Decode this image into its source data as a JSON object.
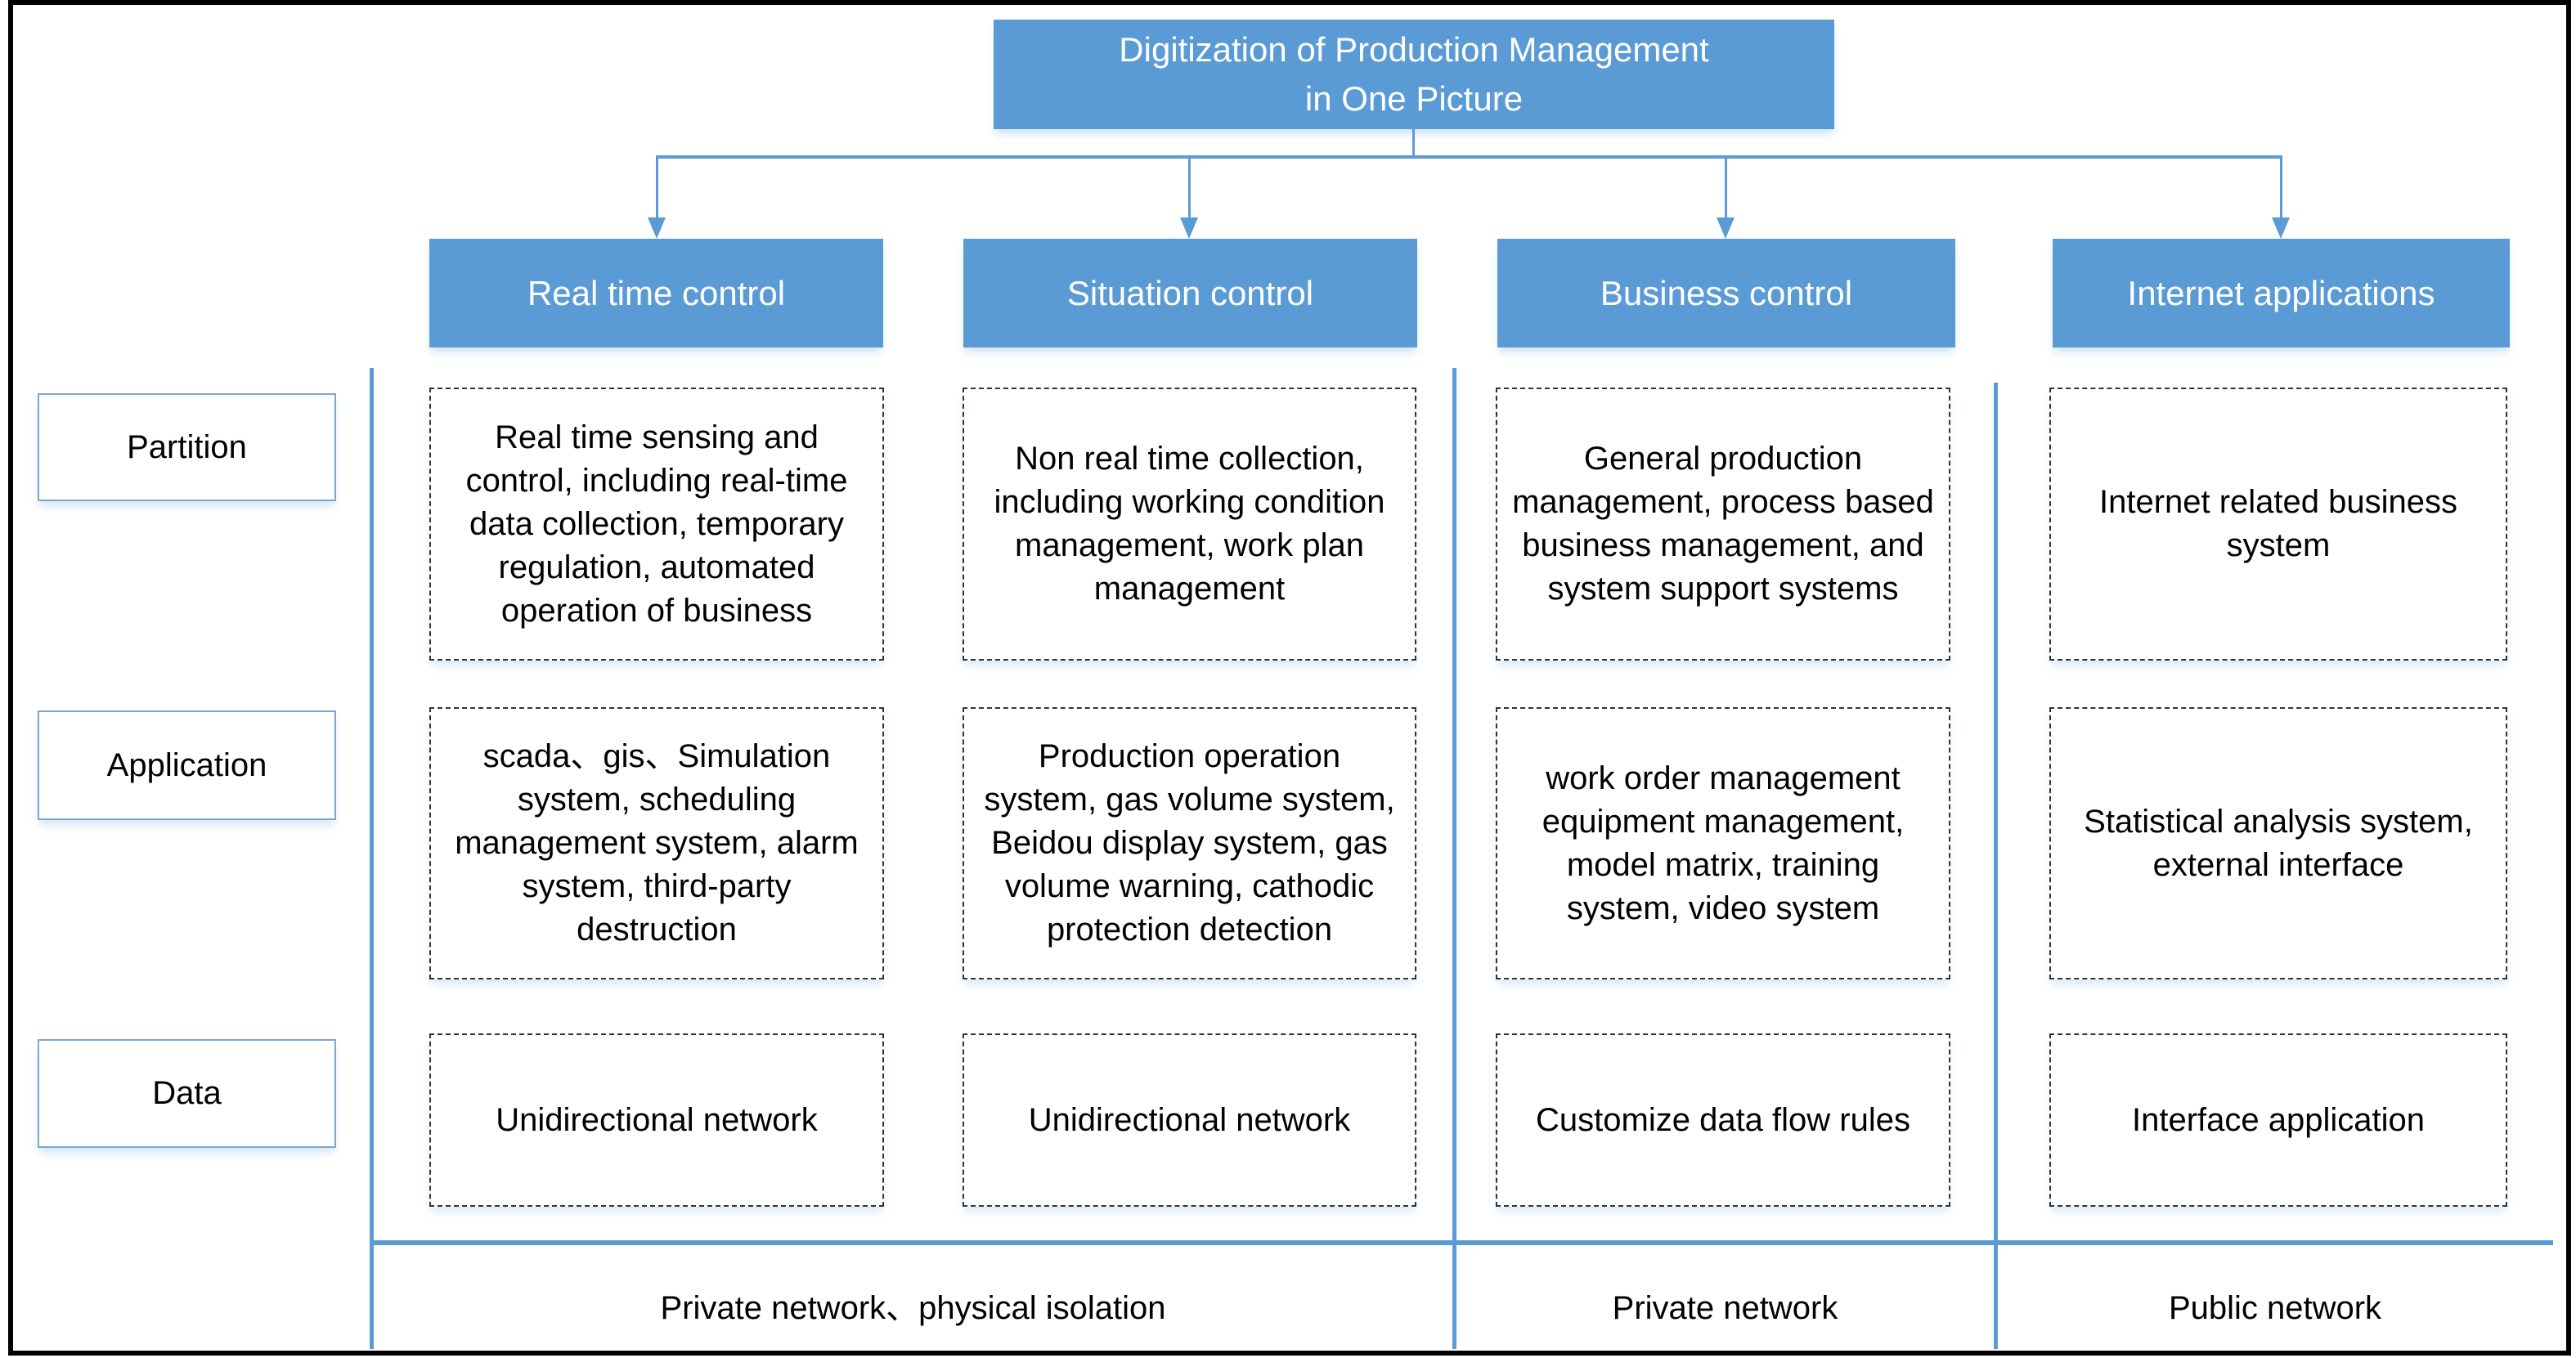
{
  "title": {
    "line1": "Digitization of Production Management",
    "line2": "in One Picture"
  },
  "columns": [
    {
      "header": "Real time control",
      "partition": "Real time sensing and control, including real-time data collection, temporary regulation, automated operation of business",
      "application": "scada、gis、Simulation system, scheduling management system, alarm system, third-party destruction",
      "data": "Unidirectional network"
    },
    {
      "header": "Situation control",
      "partition": "Non real time collection, including working condition management, work plan management",
      "application": "Production operation system, gas volume system, Beidou display system, gas volume warning, cathodic protection detection",
      "data": "Unidirectional network"
    },
    {
      "header": "Business control",
      "partition": "General production management, process based business management, and system support systems",
      "application": "work order management equipment management, model matrix, training system, video system",
      "data": "Customize data flow rules"
    },
    {
      "header": "Internet applications",
      "partition": "Internet related business system",
      "application": "Statistical analysis system, external interface",
      "data": "Interface application"
    }
  ],
  "row_labels": {
    "partition": "Partition",
    "application": "Application",
    "data": "Data"
  },
  "networks": [
    "Private network、physical isolation",
    "Private network",
    "Public network"
  ],
  "colors": {
    "box_fill": "#5B9BD5",
    "line": "#5B9BD5",
    "frame": "#000000"
  }
}
